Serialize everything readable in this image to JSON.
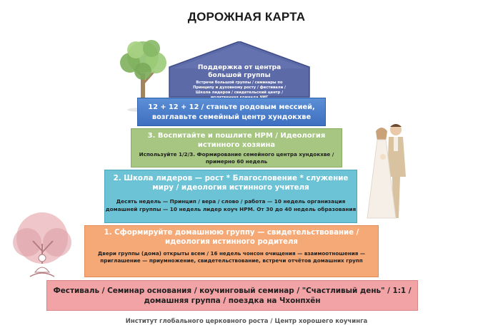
{
  "title": "ДОРОЖНАЯ КАРТА",
  "roof": {
    "title": "Поддержка от центра большой группы",
    "subtitle": "Встречи большой группы / семинары по Принципу и духовному росту / фестивали / Школа лидеров / свидетельский центр / молитвенная команда ЧИГ"
  },
  "tiers": [
    {
      "main": "Фестиваль / Семинар основания / коучинговый семинар / \"Счастливый день\" / 1:1 / домашняя группа / поездка на Чхонпхён",
      "sub": ""
    },
    {
      "main": "1. Сформируйте домашнюю группу — свидетельствование / идеология истинного родителя",
      "sub": "Двери группы (дома) открыты всем / 16 недель чонсон очищения — взаимоотношения — приглашение — приумножение, свидетельствование, встречи отчётов домашних групп"
    },
    {
      "main": "2. Школа лидеров — рост * Благословение * служение миру / идеология истинного учителя",
      "sub": "Десять недель — Принцип / вера / слово / работа — 10 недель организация домашней группы — 10 недель лидер коуч HPM. От 30 до 40 недель образования"
    },
    {
      "main": "3. Воспитайте и пошлите HPM / Идеология истинного хозяина",
      "sub": "Используйте 1/2/3. Формирование семейного центра хундокхве / примерно 60 недель"
    },
    {
      "main": "12 + 12 + 12 / станьте родовым мессией, возглавьте семейный центр хундокхве",
      "sub": ""
    }
  ],
  "footer": "Институт глобального церковного роста / Центр хорошего коучинга",
  "colors": {
    "roof": "#5c6aa8",
    "tier5": "#4a7fd0",
    "tier4": "#a6c681",
    "tier3": "#6cc3d6",
    "tier2": "#f4a977",
    "tier1": "#f2a3a6"
  }
}
